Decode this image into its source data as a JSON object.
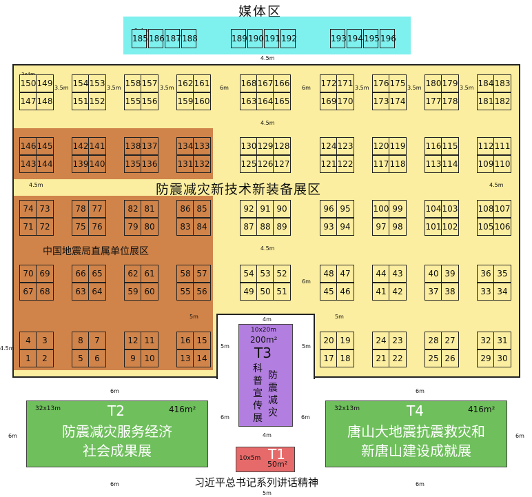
{
  "titles": {
    "media": "媒体区",
    "main_zone": "防震减灾新技术新装备展区",
    "cea_zone": "中国地震局直属单位展区",
    "bottom": "习近平总书记系列讲话精神"
  },
  "halls": {
    "T2": {
      "code": "T2",
      "size": "32x13m",
      "area": "416m²",
      "name_line1": "防震减灾服务经济",
      "name_line2": "社会成果展"
    },
    "T4": {
      "code": "T4",
      "size": "32x13m",
      "area": "416m²",
      "name_line1": "唐山大地震抗震救灾和",
      "name_line2": "新唐山建设成就展"
    },
    "T3": {
      "size": "10x20m",
      "area": "200m²",
      "code": "T3",
      "col1": "科普宣传展",
      "col2": "防震减灾"
    },
    "T1": {
      "size": "10x5m",
      "code": "T1",
      "area": "50m²"
    }
  },
  "booth_sizes": {
    "media": "3x4m",
    "main": "3x4m"
  },
  "distances": {
    "d45": "4.5m",
    "d35": "3.5m",
    "d6": "6m",
    "d4": "4m",
    "d5": "5m"
  },
  "media_groups": [
    [
      "185",
      "186",
      "187",
      "188"
    ],
    [
      "189",
      "190",
      "191",
      "192"
    ],
    [
      "193",
      "194",
      "195",
      "196"
    ]
  ],
  "row1": [
    [
      "150",
      "149",
      "147",
      "148"
    ],
    [
      "154",
      "153",
      "151",
      "152"
    ],
    [
      "158",
      "157",
      "155",
      "156"
    ],
    [
      "162",
      "161",
      "159",
      "160"
    ],
    [
      "168",
      "167",
      "166",
      "163",
      "164",
      "165"
    ],
    [
      "172",
      "171",
      "169",
      "170"
    ],
    [
      "176",
      "175",
      "173",
      "174"
    ],
    [
      "180",
      "179",
      "177",
      "178"
    ],
    [
      "184",
      "183",
      "181",
      "182"
    ]
  ],
  "row2": [
    [
      "146",
      "145",
      "143",
      "144"
    ],
    [
      "142",
      "141",
      "139",
      "140"
    ],
    [
      "138",
      "137",
      "135",
      "136"
    ],
    [
      "134",
      "133",
      "131",
      "132"
    ],
    [
      "130",
      "129",
      "128",
      "125",
      "126",
      "127"
    ],
    [
      "124",
      "123",
      "121",
      "122"
    ],
    [
      "120",
      "119",
      "117",
      "118"
    ],
    [
      "116",
      "115",
      "113",
      "114"
    ],
    [
      "112",
      "111",
      "109",
      "110"
    ]
  ],
  "row3": [
    [
      "74",
      "73",
      "71",
      "72"
    ],
    [
      "78",
      "77",
      "75",
      "76"
    ],
    [
      "82",
      "81",
      "79",
      "80"
    ],
    [
      "86",
      "85",
      "83",
      "84"
    ],
    [
      "92",
      "91",
      "90",
      "87",
      "88",
      "89"
    ],
    [
      "96",
      "95",
      "93",
      "94"
    ],
    [
      "100",
      "99",
      "97",
      "98"
    ],
    [
      "104",
      "103",
      "101",
      "102"
    ],
    [
      "108",
      "107",
      "105",
      "106"
    ]
  ],
  "row4": [
    [
      "70",
      "69",
      "67",
      "68"
    ],
    [
      "66",
      "65",
      "63",
      "64"
    ],
    [
      "62",
      "61",
      "59",
      "60"
    ],
    [
      "58",
      "57",
      "55",
      "56"
    ],
    [
      "54",
      "53",
      "52",
      "49",
      "50",
      "51"
    ],
    [
      "48",
      "47",
      "45",
      "46"
    ],
    [
      "44",
      "43",
      "41",
      "42"
    ],
    [
      "40",
      "39",
      "37",
      "38"
    ],
    [
      "36",
      "35",
      "33",
      "34"
    ]
  ],
  "row5": [
    [
      "4",
      "3",
      "1",
      "2"
    ],
    [
      "8",
      "7",
      "5",
      "6"
    ],
    [
      "12",
      "11",
      "9",
      "10"
    ],
    [
      "16",
      "15",
      "13",
      "14"
    ],
    [
      "20",
      "19",
      "17",
      "18"
    ],
    [
      "24",
      "23",
      "21",
      "22"
    ],
    [
      "28",
      "27",
      "25",
      "26"
    ],
    [
      "32",
      "31",
      "29",
      "30"
    ]
  ]
}
